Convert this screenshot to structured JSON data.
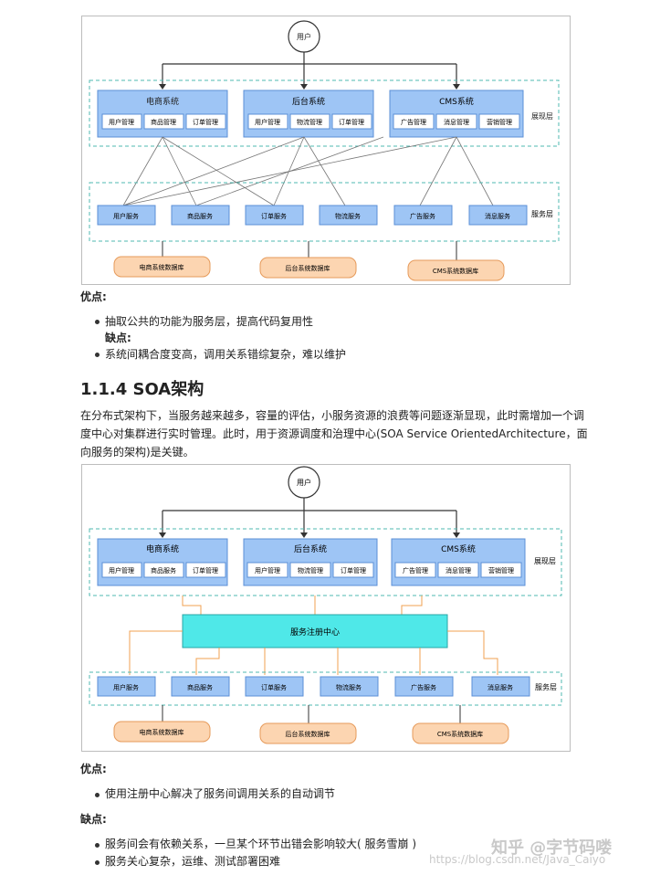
{
  "diagram1": {
    "user_label": "用户",
    "presentation_layer_label": "展现层",
    "service_layer_label": "服务层",
    "systems": [
      {
        "title": "电商系统",
        "modules": [
          "用户管理",
          "商品管理",
          "订单管理"
        ]
      },
      {
        "title": "后台系统",
        "modules": [
          "用户管理",
          "物流管理",
          "订单管理"
        ]
      },
      {
        "title": "CMS系统",
        "modules": [
          "广告管理",
          "消息管理",
          "营销管理"
        ]
      }
    ],
    "services": [
      "用户服务",
      "商品服务",
      "订单服务",
      "物流服务",
      "广告服务",
      "消息服务"
    ],
    "databases": [
      "电商系统数据库",
      "后台系统数据库",
      "CMS系统数据库"
    ]
  },
  "section1": {
    "pros_title": "优点:",
    "pros_items": [
      "抽取公共的功能为服务层，提高代码复用性"
    ],
    "cons_title": "缺点:",
    "cons_items": [
      "系统间耦合度变高，调用关系错综复杂，难以维护"
    ]
  },
  "heading": "1.1.4 SOA架构",
  "paragraph": "在分布式架构下，当服务越来越多，容量的评估，小服务资源的浪费等问题逐渐显现，此时需增加一个调度中心对集群进行实时管理。此时，用于资源调度和治理中心(SOA Service OrientedArchitecture，面向服务的架构)是关键。",
  "diagram2": {
    "user_label": "用户",
    "presentation_layer_label": "展现层",
    "service_layer_label": "服务层",
    "registry_label": "服务注册中心",
    "systems": [
      {
        "title": "电商系统",
        "modules": [
          "用户管理",
          "商品服务",
          "订单管理"
        ]
      },
      {
        "title": "后台系统",
        "modules": [
          "用户管理",
          "物流管理",
          "订单管理"
        ]
      },
      {
        "title": "CMS系统",
        "modules": [
          "广告管理",
          "消息管理",
          "营销管理"
        ]
      }
    ],
    "services": [
      "用户服务",
      "商品服务",
      "订单服务",
      "物流服务",
      "广告服务",
      "消息服务"
    ],
    "databases": [
      "电商系统数据库",
      "后台系统数据库",
      "CMS系统数据库"
    ]
  },
  "section2": {
    "pros_title": "优点:",
    "pros_items": [
      "使用注册中心解决了服务间调用关系的自动调节"
    ],
    "cons_title": "缺点:",
    "cons_items": [
      "服务间会有依赖关系，一旦某个环节出错会影响较大( 服务雪崩 )",
      "服务关心复杂，运维、测试部署困难"
    ]
  },
  "watermark": {
    "brand": "知乎 @字节码喽",
    "url": "https://blog.csdn.net/Java_Caiyo"
  },
  "colors": {
    "box_fill": "#9ec5f5",
    "box_stroke": "#5b8fd6",
    "db_fill": "#fcd5b1",
    "db_stroke": "#e69a5a",
    "registry_fill": "#4fe8e8",
    "dashed": "#4fb8b0",
    "orange_line": "#f0a050"
  }
}
